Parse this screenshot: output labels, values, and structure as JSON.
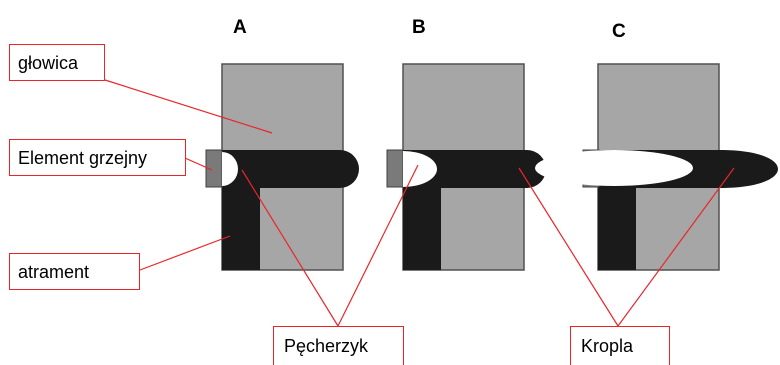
{
  "panels": [
    {
      "letter": "A"
    },
    {
      "letter": "B"
    },
    {
      "letter": "C"
    }
  ],
  "labels": {
    "head": "głowica",
    "heater": "Element grzejny",
    "ink": "atrament",
    "bubble": "Pęcherzyk",
    "drop": "Kropla"
  },
  "colors": {
    "head_fill": "#a6a6a6",
    "head_stroke": "#505050",
    "ink": "#1a1a1a",
    "heater": "#7a7a7a",
    "bubble": "#ffffff",
    "leader_line": "#e8262a"
  }
}
